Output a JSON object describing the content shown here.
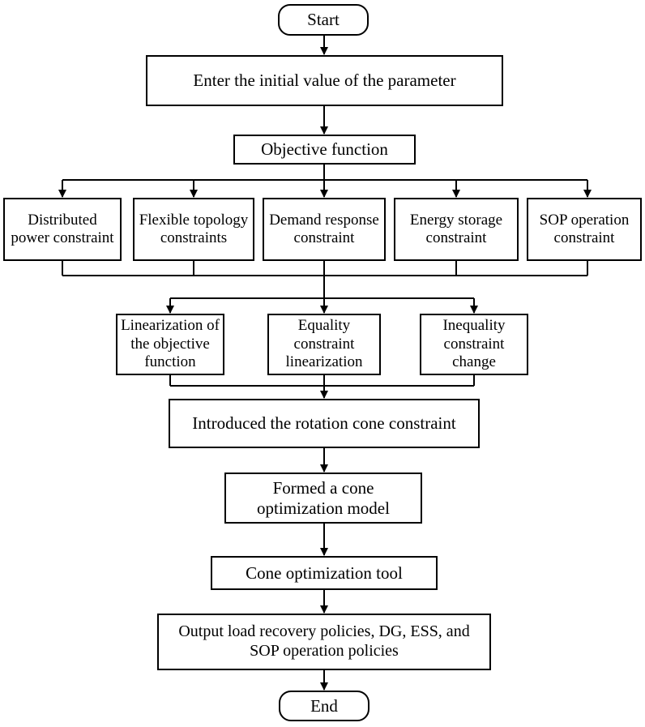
{
  "diagram": {
    "start": "Start",
    "enter_params": "Enter the initial value of the parameter",
    "objective": "Objective function",
    "constraints": [
      "Distributed power constraint",
      "Flexible topology constraints",
      "Demand response constraint",
      "Energy storage constraint",
      "SOP operation constraint"
    ],
    "linearization": [
      "Linearization of the objective function",
      "Equality constraint linearization",
      "Inequality constraint change"
    ],
    "rotation_cone": "Introduced the rotation cone constraint",
    "cone_model": "Formed a cone optimization model",
    "cone_tool": "Cone optimization tool",
    "output": "Output load recovery policies, DG, ESS, and SOP operation policies",
    "end": "End"
  }
}
